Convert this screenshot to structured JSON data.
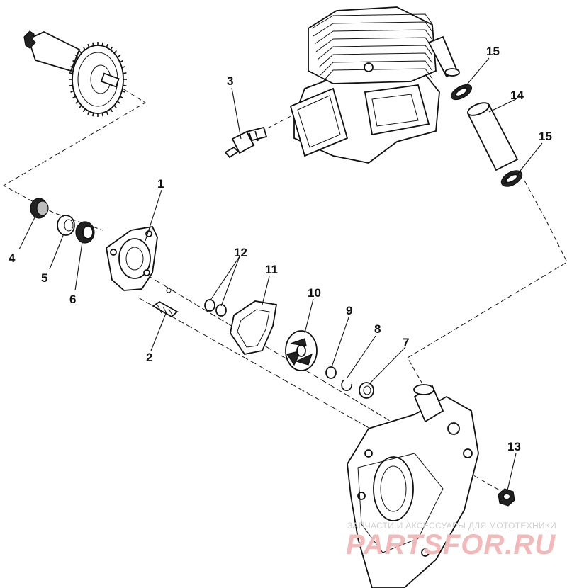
{
  "callouts": {
    "p1": "1",
    "p2": "2",
    "p3": "3",
    "p4": "4",
    "p5": "5",
    "p6": "6",
    "p7": "7",
    "p8": "8",
    "p9": "9",
    "p10": "10",
    "p11": "11",
    "p12": "12",
    "p13": "13",
    "p14": "14",
    "p15a": "15",
    "p15b": "15"
  },
  "watermark": {
    "tagline": "ЗАПЧАСТИ И АКСЕССУАРЫ ДЛЯ МОТОТЕХНИКИ",
    "brand": "PARTSFOR.RU"
  }
}
